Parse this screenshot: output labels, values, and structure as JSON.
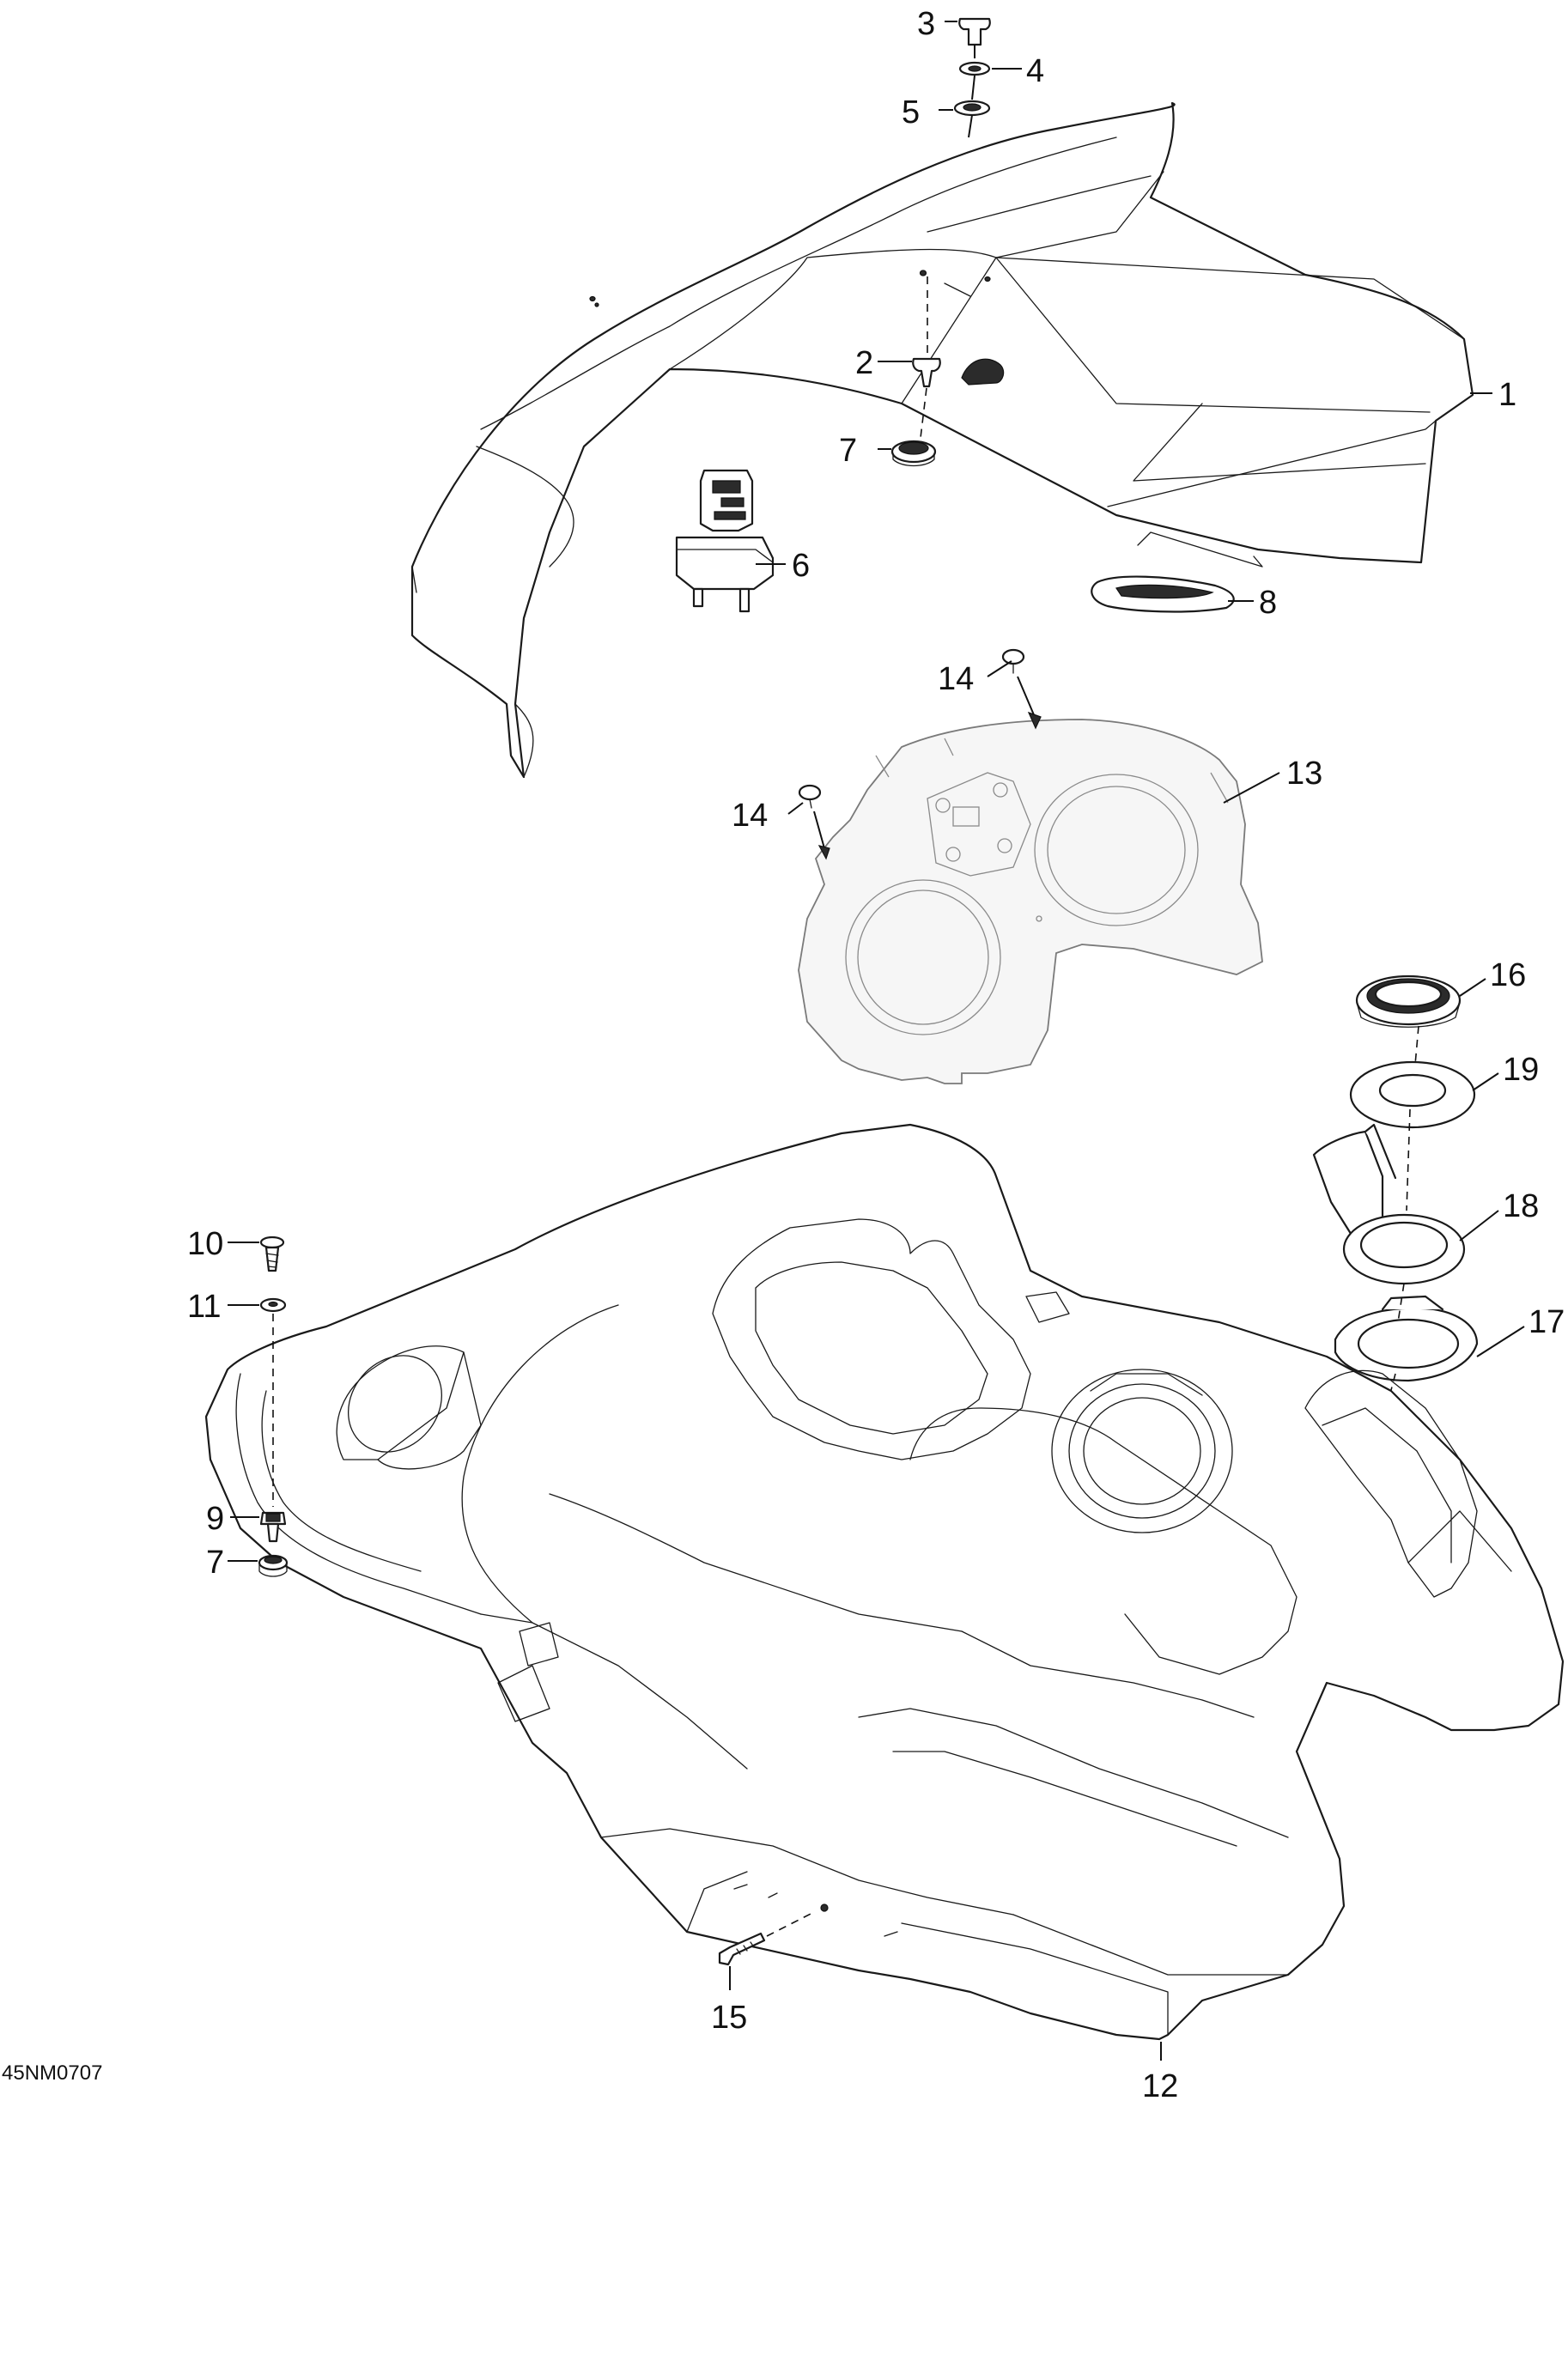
{
  "figure_code": "45NM0707",
  "callouts": {
    "c1": "1",
    "c2": "2",
    "c3": "3",
    "c4": "4",
    "c5": "5",
    "c6": "6",
    "c7a": "7",
    "c7b": "7",
    "c8": "8",
    "c9": "9",
    "c10": "10",
    "c11": "11",
    "c12": "12",
    "c13": "13",
    "c14a": "14",
    "c14b": "14",
    "c15": "15",
    "c16": "16",
    "c17": "17",
    "c18": "18",
    "c19": "19"
  }
}
